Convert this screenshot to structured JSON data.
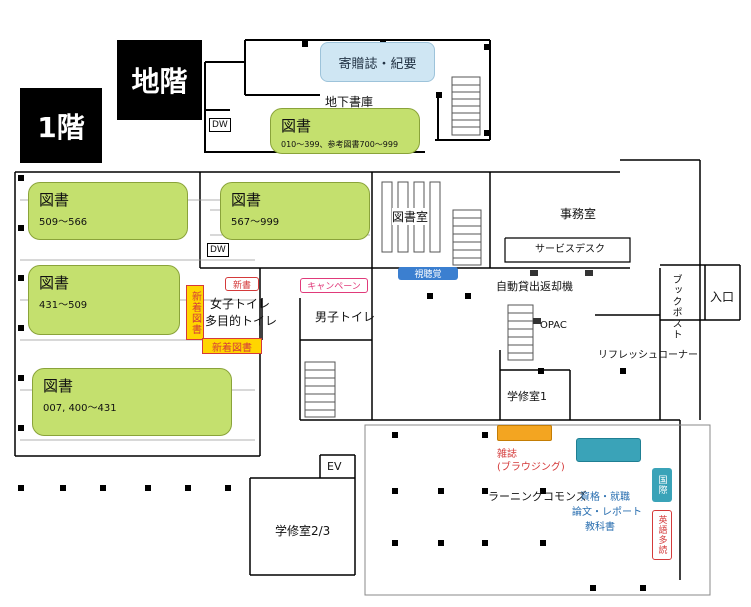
{
  "floors": {
    "basement": "地階",
    "first": "1階"
  },
  "basement": {
    "stack_room": "地下書庫",
    "gift_journals": "寄贈誌・紀要",
    "dw": "DW",
    "books": {
      "title": "図書",
      "range": "010〜399、参考図書700〜999"
    }
  },
  "first_floor": {
    "book_zones": [
      {
        "title": "図書",
        "range": "509〜566"
      },
      {
        "title": "図書",
        "range": "431〜509"
      },
      {
        "title": "図書",
        "range": "007, 400〜431"
      },
      {
        "title": "図書",
        "range": "567〜999"
      }
    ],
    "dw": "DW",
    "new_books_vertical": "新着図書",
    "new_books_horizontal": "新着図書",
    "new_books_short": "新書",
    "womens_toilet": "女子トイレ",
    "multipurpose_toilet": "多目的トイレ",
    "mens_toilet": "男子トイレ",
    "campaign": "キャンペーン",
    "av_corner": "視聴覚",
    "book_stack_room": "図書室",
    "office": "事務室",
    "service_desk": "サービスデスク",
    "self_checkout": "自動貸出返却機",
    "book_post": "ブックポスト",
    "entrance": "入口",
    "opac": "OPAC",
    "refresh_corner": "リフレッシュコーナー",
    "study_room_1": "学修室1",
    "magazines": "雑誌",
    "browsing": "(ブラウジング)",
    "learning_commons": "ラーニングコモンズ",
    "ev": "EV",
    "study_room_23": "学修室2/3",
    "qualifications": "資格・就職",
    "thesis_report": "論文・レポート",
    "textbooks": "教科書",
    "international": "国際",
    "english_reading": "英語多読"
  },
  "colors": {
    "zone_green": "#c4e06e",
    "gift_blue": "#cfe6f3",
    "new_yellow": "#ffd500",
    "campaign_pink": "#e03a7a",
    "av_blue": "#3b7fd0",
    "teal": "#3aa3b8",
    "magazine_orange": "#f3a521",
    "browsing_red": "#d43a3a",
    "commons_label_blue": "#2a6fb0"
  }
}
